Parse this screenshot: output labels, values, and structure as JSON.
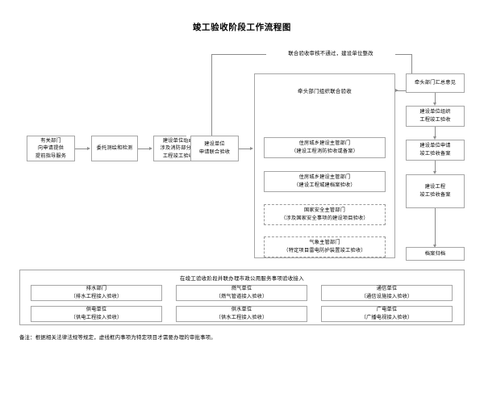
{
  "title": "竣工验收阶段工作流程图",
  "feedback": {
    "label": "联合验收审核不通过，建设单位整改"
  },
  "left_flow": [
    {
      "name": "related-departments",
      "line1": "有关部门",
      "line2": "向申请提供",
      "line3": "提前指导服务"
    },
    {
      "name": "entrust-survey-test",
      "line1": "委托测绘和检测",
      "line2": "",
      "line3": ""
    },
    {
      "name": "fire-protection-acceptance",
      "line1": "建设单位组织",
      "line2": "涉及消防部分的",
      "line3": "工程竣工验收"
    },
    {
      "name": "apply-joint-acceptance",
      "line1": "建设单位",
      "line2": "申请联合验收",
      "line3": ""
    }
  ],
  "center_panel": {
    "title": "牵头部门组织联合验收",
    "items": [
      {
        "name": "housing-urban-rural-fire",
        "line1": "住房城乡建设主管部门",
        "line2": "（建设工程消防验收或备案）",
        "dashed": false
      },
      {
        "name": "housing-urban-rural-archive",
        "line1": "住房城乡建设主管部门",
        "line2": "（建设工程城建档案验收）",
        "dashed": false
      },
      {
        "name": "national-security-authority",
        "line1": "国家安全主管部门",
        "line2": "（涉及国家安全事项的建设项目验收）",
        "dashed": true
      },
      {
        "name": "meteorological-authority",
        "line1": "气象主管部门",
        "line2": "（特定项目雷电防护装置竣工验收）",
        "dashed": true
      }
    ]
  },
  "right_flow": [
    {
      "name": "lead-dept-summary",
      "line1": "牵头部门汇总意见",
      "line2": ""
    },
    {
      "name": "organize-completion-acceptance",
      "line1": "建设单位组织",
      "line2": "工程竣工验收"
    },
    {
      "name": "apply-acceptance-record",
      "line1": "建设单位申请",
      "line2": "竣工验收备案"
    },
    {
      "name": "construction-acceptance-record",
      "line1": "建设工程",
      "line2": "竣工验收备案"
    },
    {
      "name": "archive-filing",
      "line1": "档案归档",
      "line2": ""
    }
  ],
  "bottom_panel": {
    "title": "在竣工验收阶段并联办理市政公用服务事项验收接入",
    "items": [
      {
        "name": "drainage-dept",
        "line1": "排水部门",
        "line2": "（排水工程接入验收）"
      },
      {
        "name": "gas-unit",
        "line1": "燃气单位",
        "line2": "（燃气管道接入验收）"
      },
      {
        "name": "telecom-unit",
        "line1": "通信单位",
        "line2": "（通信设施接入验收）"
      },
      {
        "name": "power-supply-unit",
        "line1": "供电单位",
        "line2": "（供电工程接入验收）"
      },
      {
        "name": "water-supply-unit",
        "line1": "供水单位",
        "line2": "（供水工程接入验收）"
      },
      {
        "name": "broadcast-unit",
        "line1": "广电单位",
        "line2": "（广播电视接入验收）"
      }
    ]
  },
  "note": "备注：根据相关法律法规等规定，虚线框内事项为特定项目才需要办理的审批事项。"
}
